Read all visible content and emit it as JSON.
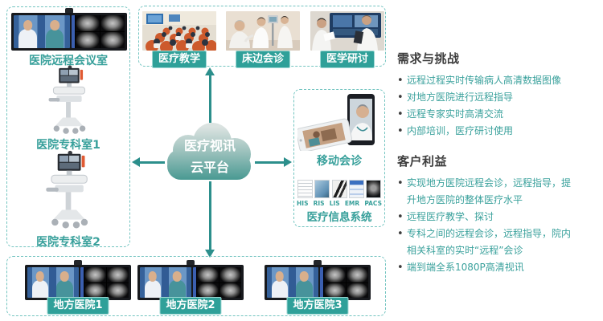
{
  "colors": {
    "accent_teal": "#38a09b",
    "tag_background": "#2fa099",
    "dashed_border": "#72c4c0",
    "arrow": "#2c8f8c",
    "heading_text": "#3d3d3d",
    "cloud_gradient_top": "#dbe3e1",
    "cloud_gradient_bottom": "#449790"
  },
  "left_panel": {
    "conference_label": "医院远程会议室",
    "specialty1_label": "医院专科室1",
    "specialty2_label": "医院专科室2"
  },
  "top_panel": {
    "teaching_label": "医疗教学",
    "bedside_label": "床边会诊",
    "seminar_label": "医学研讨"
  },
  "cloud": {
    "line1": "医疗视讯",
    "line2": "云平台"
  },
  "mobile_panel": {
    "mobile_label": "移动会诊",
    "systems": [
      "HIS",
      "RIS",
      "LIS",
      "EMR",
      "PACS"
    ],
    "info_label": "医疗信息系统"
  },
  "bottom_panel": {
    "hospital1_label": "地方医院1",
    "hospital2_label": "地方医院2",
    "hospital3_label": "地方医院3"
  },
  "sidebar": {
    "needs": {
      "title": "需求与挑战",
      "bullets": [
        "远程过程实时传输病人高清数据图像",
        "对地方医院进行远程指导",
        "远程专家实时高清交流",
        "内部培训，医疗研讨使用"
      ]
    },
    "benefits": {
      "title": "客户利益",
      "bullets": [
        "实现地方医院远程会诊，远程指导，提升地方医院的整体医疗水平",
        "远程医疗教学、探讨",
        "专科之间的远程会诊，远程指导，院内相关科室的实时“远程”会诊",
        "端到端全系1080P高清视讯"
      ]
    }
  }
}
